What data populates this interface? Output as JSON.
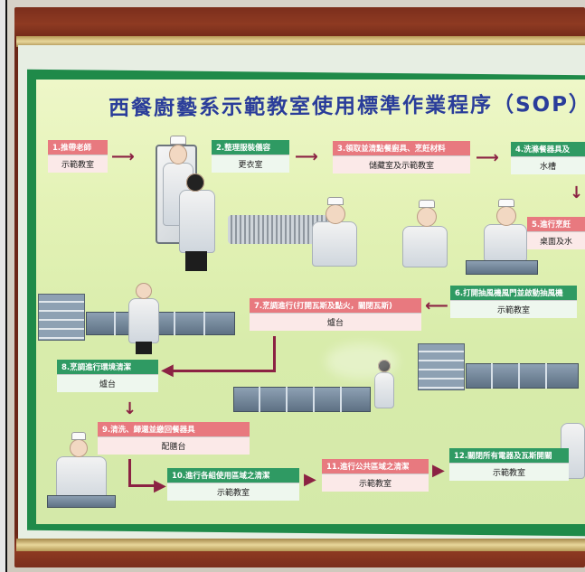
{
  "poster": {
    "title": "西餐廚藝系示範教室使用標準作業程序（SOP）",
    "steps": [
      {
        "label": "1.推帶老師",
        "location": "示範教室"
      },
      {
        "label": "2.整理服裝儀容",
        "location": "更衣室"
      },
      {
        "label": "3.領取並清點餐廚具、烹飪材料",
        "location": "儲藏室及示範教室"
      },
      {
        "label": "4.洗滌餐器具及",
        "location": "水槽"
      },
      {
        "label": "5.進行烹飪",
        "location": "桌面及水"
      },
      {
        "label": "6.打開抽風機風門並啟動抽風機",
        "location": "示範教室"
      },
      {
        "label": "7.烹調進行(打開瓦斯及點火，關閉瓦斯)",
        "location": "爐台"
      },
      {
        "label": "8.烹調進行環境清潔",
        "location": "爐台"
      },
      {
        "label": "9.清洗、歸還並繳回餐器具",
        "location": "配膳台"
      },
      {
        "label": "10.進行各組使用區域之清潔",
        "location": "示範教室"
      },
      {
        "label": "11.進行公共區域之清潔",
        "location": "示範教室"
      },
      {
        "label": "12.關閉所有電器及瓦斯開關",
        "location": "示範教室"
      }
    ]
  },
  "colors": {
    "poster_border": "#1f8a49",
    "frame_wood": "#6b2617",
    "title_blue": "#2a3d9a",
    "step_pink": "#e8797f",
    "step_green": "#2f9a63",
    "arrow": "#8b2243"
  }
}
